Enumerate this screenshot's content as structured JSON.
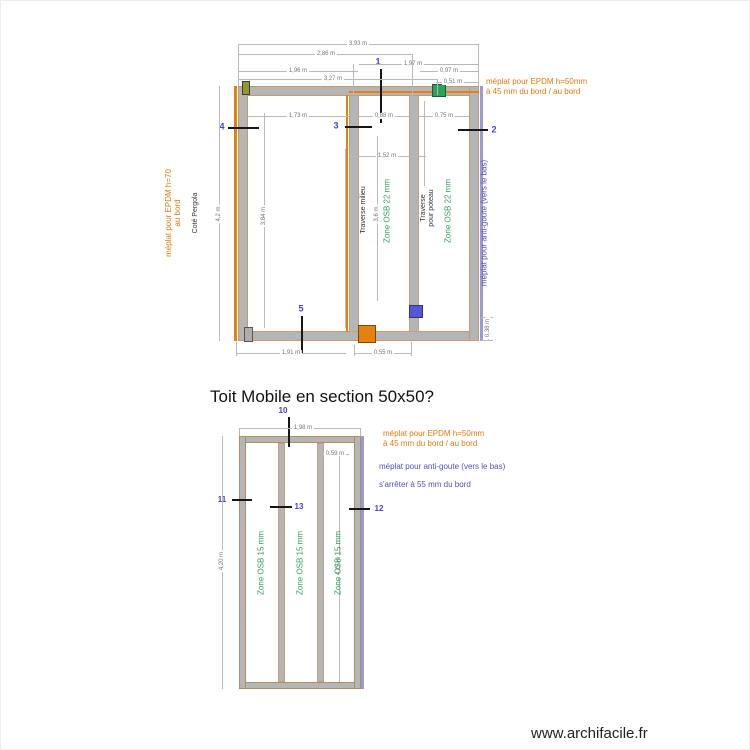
{
  "page": {
    "title": "Toit Mobile en section 50x50?",
    "watermark": "www.archifacile.fr"
  },
  "colors": {
    "wall_gray": "#b5b5b5",
    "wood_outline": "#c49a6c",
    "epdm_orange": "#e6800f",
    "anti_goutte_purple_stripe": "#9a9ad6",
    "annotation_purple": "#5050c0",
    "osb_green": "#2f9e60",
    "callout_blue": "#4443c9"
  },
  "upper": {
    "callouts": {
      "c1": "1",
      "c2": "2",
      "c3": "3",
      "c4": "4",
      "c5": "5"
    },
    "labels": {
      "epdm_left_1": "méplat pour EPDM h=70",
      "epdm_left_2": "au bord",
      "cote_pergola": "Coté Pergola",
      "epdm_right_1": "méplat pour EPDM h=50mm",
      "epdm_right_2": "à 45 mm du bord / au bord",
      "traverse_milieu": "Traverse milieu",
      "zone_osb_a": "Zone OSB 22 mm",
      "traverse_poteau_1": "Traverse",
      "traverse_poteau_2": "pour poteau",
      "zone_osb_b": "Zone OSB 22 mm",
      "anti_goute": "méplat pour anti-goute (vers le bas)"
    },
    "dims": {
      "top_full": "3,93 m",
      "top_286": "2,86 m",
      "top_197": "1,97 m",
      "top_196": "1,96 m",
      "top_097": "0,97 m",
      "top_327": "3,27 m",
      "top_051": "0,51 m",
      "in_173": "1,73 m",
      "in_088": "0,88 m",
      "in_075": "0,75 m",
      "in_152": "1,52 m",
      "left_42": "4,2 m",
      "in_384": "3,84 m",
      "in_36": "3,6 m",
      "bot_191": "1,91 m",
      "bot_055": "0,55 m",
      "right_038": "0,38 m"
    }
  },
  "lower": {
    "callouts": {
      "c10": "10",
      "c11": "11",
      "c12": "12",
      "c13": "13"
    },
    "labels": {
      "epdm_1": "méplat pour EPDM h=50mm",
      "epdm_2": "à 45 mm du bord / au bord",
      "anti_goute": "méplat pour anti-goute (vers le bas)",
      "arreter": "s'arrêter à 55 mm du bord",
      "zone1": "Zone OSB 15 mm",
      "zone2": "Zone OSB 15 mm",
      "zone3": "Zone OSB 15 mm"
    },
    "dims": {
      "top": "1,98 m",
      "left": "4,20 m",
      "in_059": "0,59 m",
      "in_412": "4,12 m"
    }
  }
}
